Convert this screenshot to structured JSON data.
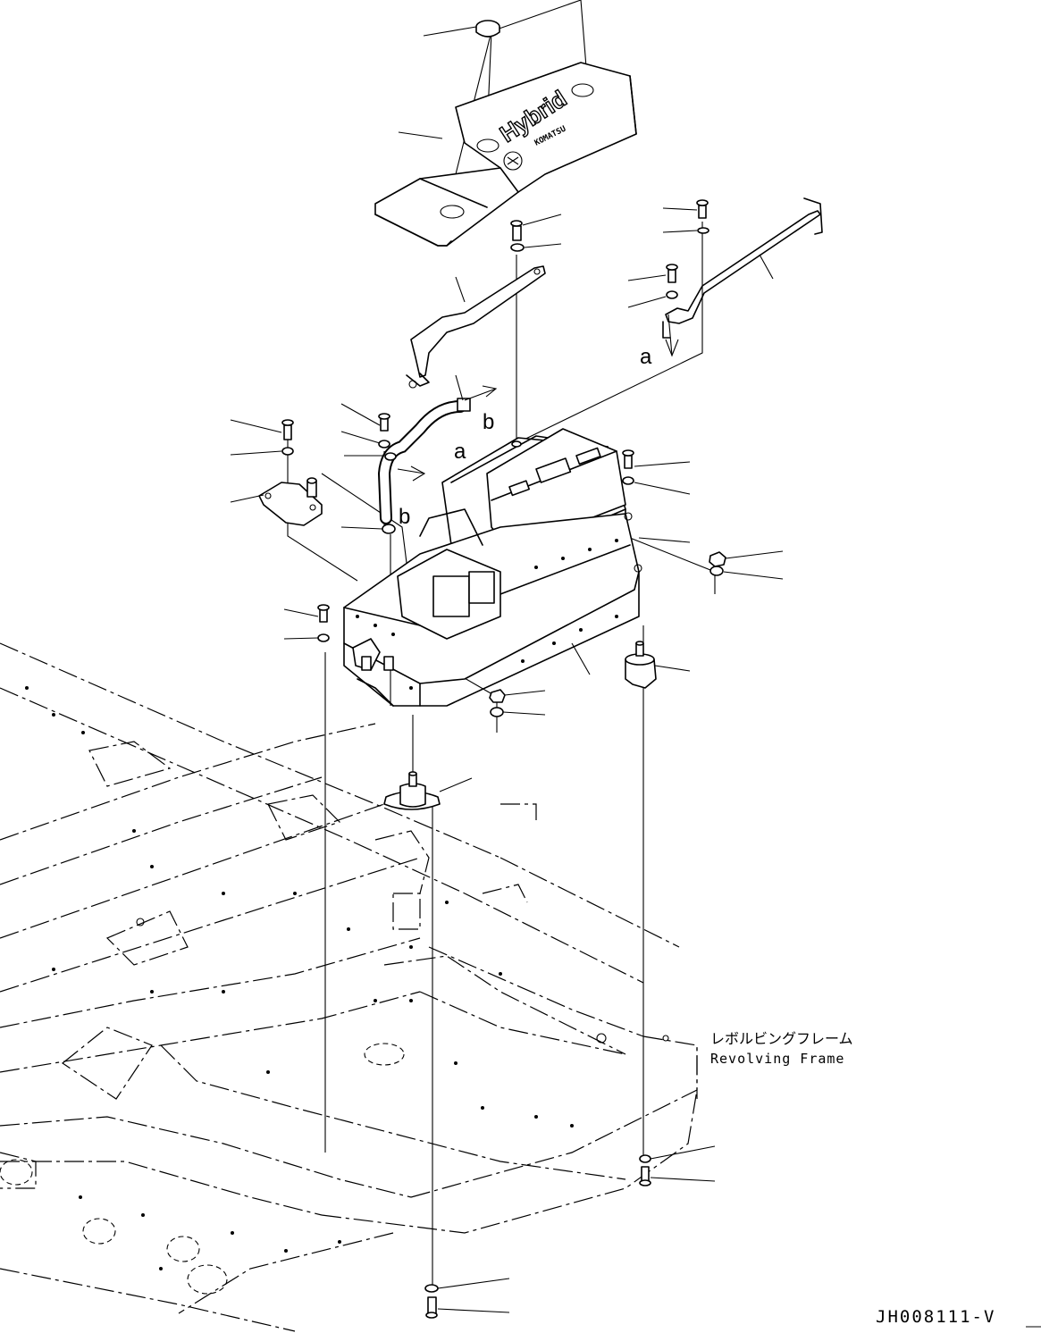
{
  "diagram": {
    "cover_emblem": "Hybrid",
    "cover_brand": "KOMATSU",
    "frame_label_ja": "レボルビングフレーム",
    "frame_label_en": "Revolving Frame",
    "ref_a": "a",
    "ref_b": "b",
    "figure_code": "JH008111-V"
  }
}
